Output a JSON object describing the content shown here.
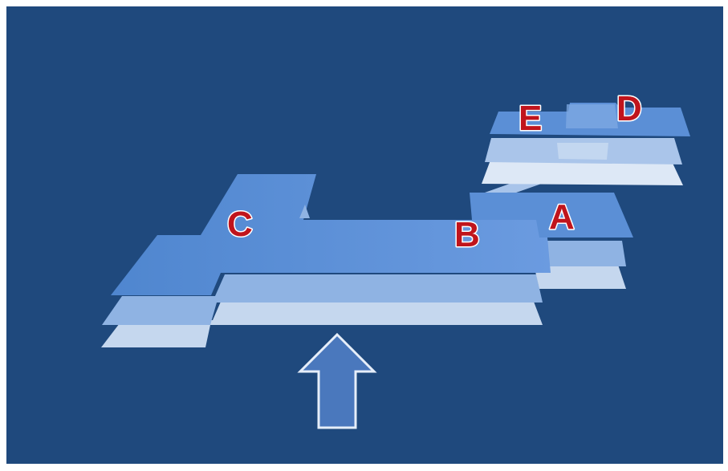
{
  "diagram": {
    "labels": {
      "a": "A",
      "b": "B",
      "c": "C",
      "d": "D",
      "e": "E"
    },
    "colors": {
      "frame": "#ffffff",
      "background": "#1f497d",
      "layer_top": "#5b8fd6",
      "layer_mid": "#8fb3e3",
      "layer_low": "#c5d7ee",
      "label_fill": "#c0141c",
      "label_outline": "#ffffff",
      "arrow_fill": "#4a78bd",
      "arrow_outline": "#e6eef9"
    },
    "arrow": {
      "direction": "up"
    }
  }
}
